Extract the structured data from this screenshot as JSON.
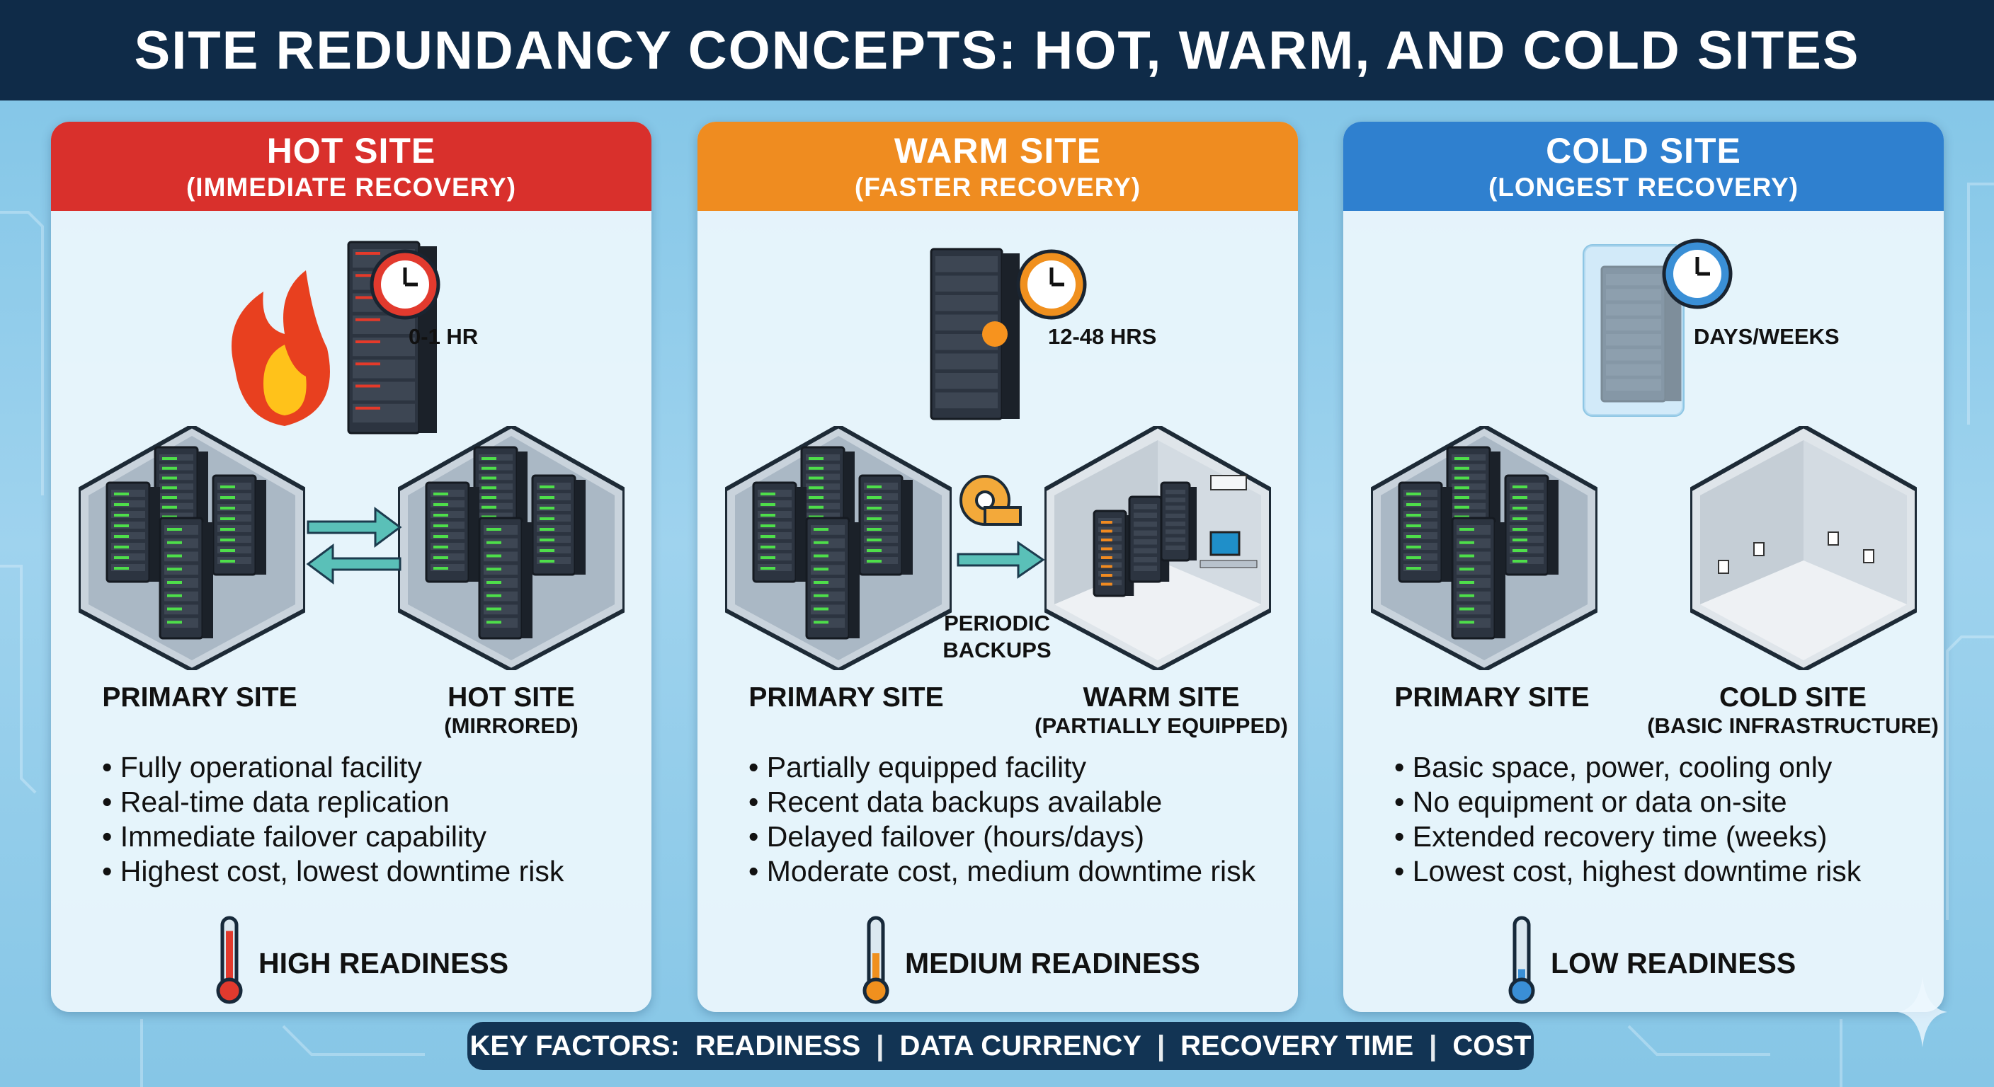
{
  "title": "SITE REDUNDANCY CONCEPTS: HOT, WARM, AND COLD SITES",
  "panels": [
    {
      "key": "hot",
      "title": "HOT SITE",
      "subtitle": "(IMMEDIATE RECOVERY)",
      "color": "#d9302c",
      "accent": "#e23a2e",
      "time": "0-1 HR",
      "primary_label": "PRIMARY SITE",
      "secondary_label": "HOT SITE",
      "secondary_sub": "(MIRRORED)",
      "bullets": [
        "Fully operational facility",
        "Real-time data replication",
        "Immediate failover capability",
        "Highest cost, lowest downtime risk"
      ],
      "readiness": "HIGH READINESS",
      "readiness_level": 0.85
    },
    {
      "key": "warm",
      "title": "WARM SITE",
      "subtitle": "(FASTER RECOVERY)",
      "color": "#ef8c20",
      "accent": "#f0901e",
      "time": "12-48 HRS",
      "primary_label": "PRIMARY SITE",
      "secondary_label": "WARM SITE",
      "secondary_sub": "(PARTIALLY EQUIPPED)",
      "transfer_label": [
        "PERIODIC",
        "BACKUPS"
      ],
      "bullets": [
        "Partially equipped facility",
        "Recent data backups available",
        "Delayed failover (hours/days)",
        "Moderate cost, medium downtime risk"
      ],
      "readiness": "MEDIUM READINESS",
      "readiness_level": 0.5
    },
    {
      "key": "cold",
      "title": "COLD SITE",
      "subtitle": "(LONGEST RECOVERY)",
      "color": "#2f80cf",
      "accent": "#3a8fd6",
      "time": "DAYS/WEEKS",
      "primary_label": "PRIMARY SITE",
      "secondary_label": "COLD SITE",
      "secondary_sub": "(BASIC INFRASTRUCTURE)",
      "bullets": [
        "Basic space, power, cooling only",
        "No equipment or data on-site",
        "Extended recovery time (weeks)",
        "Lowest cost, highest downtime risk"
      ],
      "readiness": "LOW READINESS",
      "readiness_level": 0.25
    }
  ],
  "footer": {
    "prefix": "KEY FACTORS:",
    "factors": [
      "READINESS",
      "DATA CURRENCY",
      "RECOVERY TIME",
      "COST"
    ]
  }
}
